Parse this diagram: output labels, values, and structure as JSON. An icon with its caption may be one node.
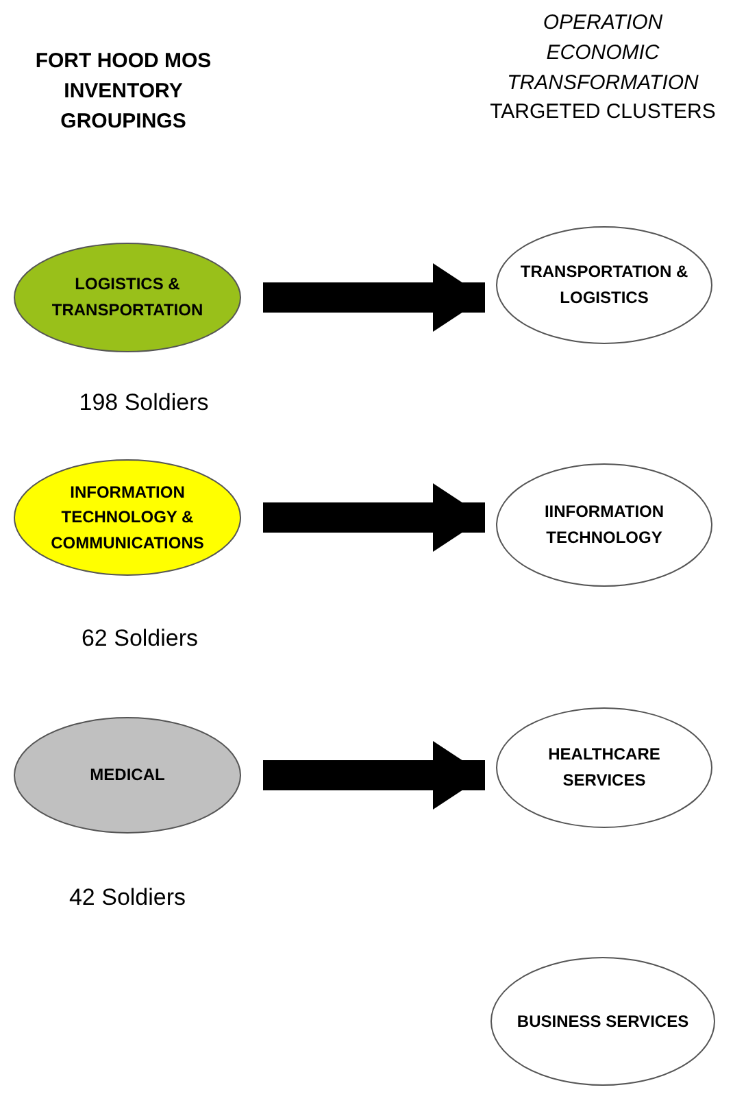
{
  "diagram": {
    "nodes": [
      {
        "text": [
          "LOGISTICS & TRANSPORTATION"
        ],
        "beside": [
          "198 Soldiers"
        ]
      },
      {
        "text": [
          "INFORMATION TECHNOLOGY & COMMUNICATIONS"
        ],
        "beside": [
          "62 Soldiers"
        ]
      },
      {
        "text": [
          "MEDICAL"
        ],
        "beside": [
          "42 Soldiers"
        ]
      },
      {
        "text": [
          "TRANSPORTATION & LOGISTICS"
        ]
      },
      {
        "text": [
          "IINFORMATION TECHNOLOGY"
        ]
      },
      {
        "text": [
          "HEALTHCARE SERVICES"
        ]
      },
      {
        "text": [
          "BUSINESS SERVICES"
        ]
      }
    ],
    "edges": [
      {
        "from": 0,
        "to": 3,
        "arrow": "to"
      },
      {
        "from": 1,
        "to": 4,
        "arrow": "to"
      },
      {
        "from": 2,
        "to": 5,
        "arrow": "to"
      }
    ],
    "labels": [
      "FORT HOOD MOS INVENTORY GROUPINGS",
      "*OPERATION ECONOMIC TRANSFORMATION* TARGETED CLUSTERS"
    ]
  }
}
